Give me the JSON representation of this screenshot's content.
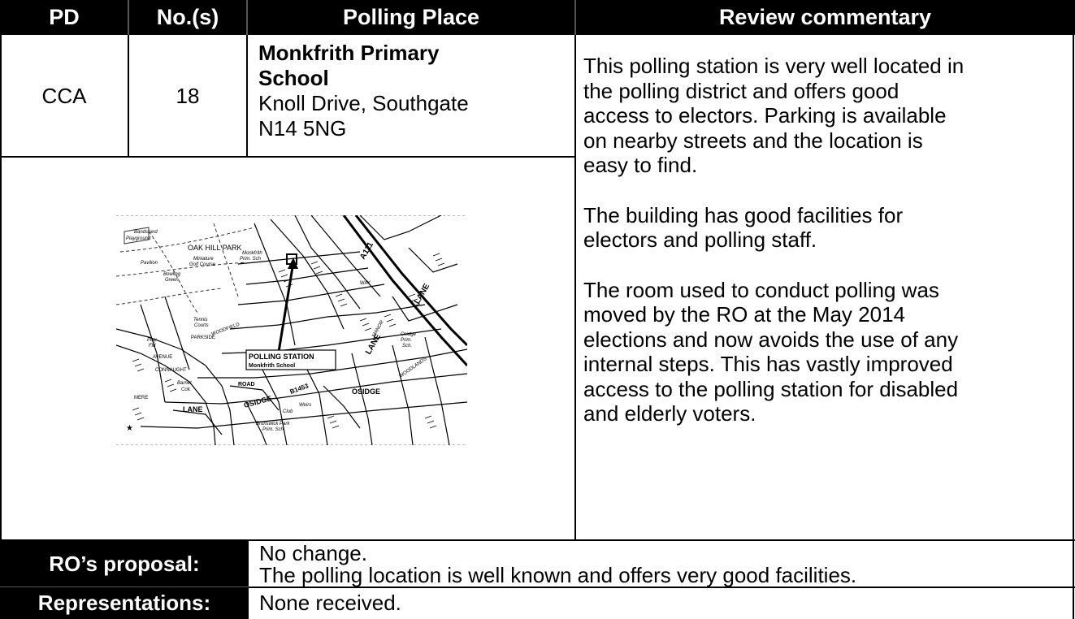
{
  "header": {
    "pd": "PD",
    "nos": "No.(s)",
    "place": "Polling Place",
    "review": "Review commentary"
  },
  "row": {
    "pd": "CCA",
    "nos": "18",
    "place_name_1": "Monkfrith Primary",
    "place_name_2": "School",
    "address_1": "Knoll Drive, Southgate",
    "address_2": "N14 5NG"
  },
  "review": {
    "p1": [
      "This polling station is very well located in",
      "the polling district and offers good",
      "access to electors. Parking is available",
      "on nearby streets and the location is",
      "easy to find."
    ],
    "p2": [
      "The building has good facilities for",
      "electors and polling staff."
    ],
    "p3": [
      "The room used to conduct polling was",
      "moved by the RO at the May 2014",
      "elections and now avoids the use of any",
      "internal steps. This has vastly improved",
      "access to the polling station for disabled",
      "and elderly voters."
    ]
  },
  "map": {
    "labels": {
      "bandstand": "Bandstand",
      "playground": "Playground",
      "oak_hill_park": "OAK HILL PARK",
      "miniature": "Miniature",
      "golf_course": "Golf Course",
      "pavilion": "Pavilion",
      "bowling": "Bowling",
      "green": "Green",
      "monkfrith": "Monkfrith",
      "prim_sch": "Prim. Sch",
      "a111": "A111",
      "lane_1": "LANE",
      "lane_2": "LANE",
      "lane_3": "LANE",
      "tennis": "Tennis",
      "courts": "Courts",
      "play": "Play",
      "fld": "Fld",
      "parkside": "PARKSIDE",
      "woodfield": "WOODFIELD",
      "avenue": "AVENUE",
      "connaught": "CONNAUGHT",
      "barnet": "Barnet",
      "coll": "Coll.",
      "osidge_1": "OSIDGE",
      "osidge_2": "OSIDGE",
      "b1453": "B1453",
      "weirs": "Weirs",
      "club": "Club",
      "brunswick_park": "Brunswick Park",
      "prim_sch_2": "Prim. Sch.",
      "osidge_prim": "Osidge",
      "prim": "Prim.",
      "sch": "Sch.",
      "mere": "MERE",
      "road": "ROAD",
      "woodlands": "WOODLANDS",
      "way": "WAY",
      "manor": "MANOR"
    },
    "callout_title": "POLLING STATION",
    "callout_sub": "Monkfrith School"
  },
  "proposal": {
    "label": "RO’s proposal:",
    "line1": "No change.",
    "line2": "The polling location is well known and offers very good facilities."
  },
  "representations": {
    "label": "Representations:",
    "text": "None received."
  }
}
